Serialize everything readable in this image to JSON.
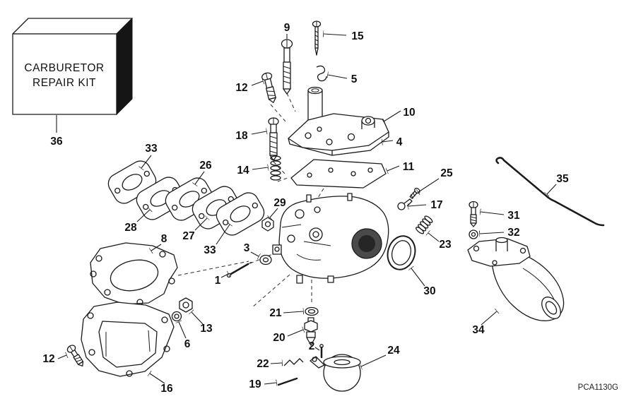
{
  "kit_box": {
    "line1": "CARBURETOR",
    "line2": "REPAIR KIT"
  },
  "part_code": "PCA1130G",
  "colors": {
    "ink": "#1a1a1a",
    "background": "#ffffff",
    "venturi_fill": "#4a4a4a"
  },
  "callouts": {
    "c9": "9",
    "c15": "15",
    "c5": "5",
    "c12a": "12",
    "c10": "10",
    "c18": "18",
    "c4": "4",
    "c14": "14",
    "c11": "11",
    "c33a": "33",
    "c26": "26",
    "c25": "25",
    "c17": "17",
    "c35": "35",
    "c28": "28",
    "c27": "27",
    "c33b": "33",
    "c29": "29",
    "c31": "31",
    "c32": "32",
    "c8": "8",
    "c3": "3",
    "c23": "23",
    "c1": "1",
    "c30": "30",
    "c13": "13",
    "c6": "6",
    "c21": "21",
    "c34": "34",
    "c20": "20",
    "c2": "2",
    "c22": "22",
    "c16": "16",
    "c12b": "12",
    "c19": "19",
    "c24": "24",
    "c36": "36"
  }
}
